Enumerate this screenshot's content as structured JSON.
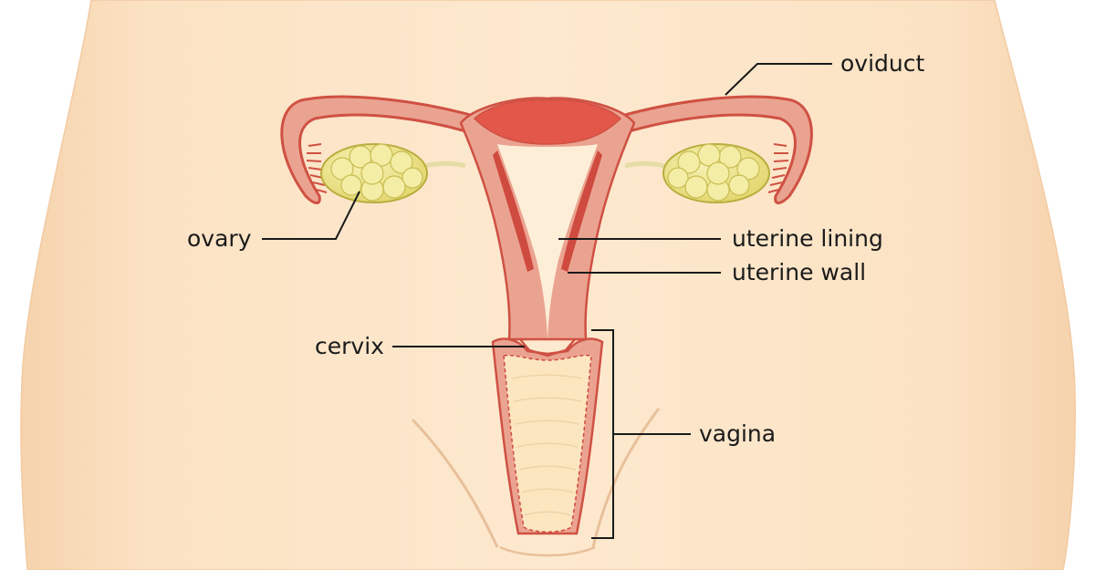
{
  "labels": {
    "oviduct": "oviduct",
    "ovary": "ovary",
    "uterine_lining": "uterine lining",
    "uterine_wall": "uterine wall",
    "cervix": "cervix",
    "vagina": "vagina"
  },
  "colors": {
    "skin": "#fbe3c4",
    "skin_shadow": "#f4cfa6",
    "uterus_wall": "#ec9d8c",
    "uterus_lining": "#cf4a3f",
    "cavity": "#fdeed7",
    "ovary": "#ebe285",
    "ovary_outline": "#b9ad3d"
  }
}
